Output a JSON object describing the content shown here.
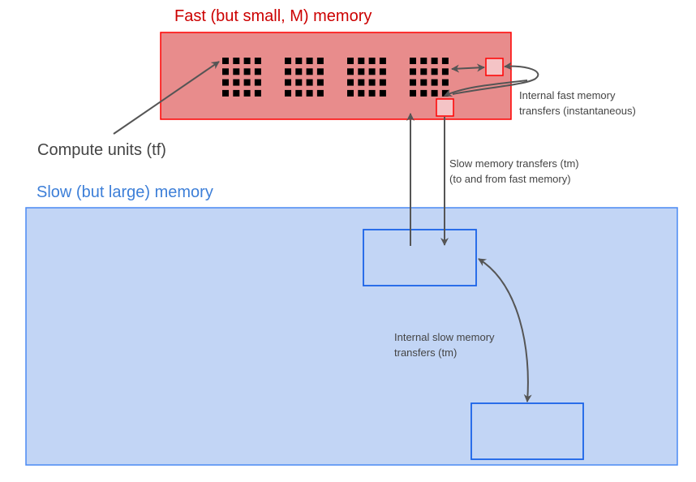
{
  "fast_memory": {
    "title": "Fast (but small, M) memory",
    "title_color": "#cc0000",
    "fill": "#e88c8c",
    "stroke": "#ff0000",
    "compute_grids": 4,
    "grid_rows": 4,
    "grid_cols": 4,
    "cell_fill": "#e9c5c5"
  },
  "slow_memory": {
    "title": "Slow (but large) memory",
    "title_color": "#3d7fd8",
    "fill": "#c2d5f5",
    "stroke": "#4a8af4",
    "block_stroke": "#1a62e8"
  },
  "labels": {
    "compute_units": "Compute units (tf)",
    "internal_fast_line1": "Internal fast memory",
    "internal_fast_line2": "transfers (instantaneous)",
    "slow_transfers_line1": "Slow memory transfers (tm)",
    "slow_transfers_line2": "(to and from fast memory)",
    "internal_slow_line1": "Internal slow memory",
    "internal_slow_line2": "transfers (tm)"
  },
  "colors": {
    "arrow": "#555555",
    "text": "#444444"
  }
}
